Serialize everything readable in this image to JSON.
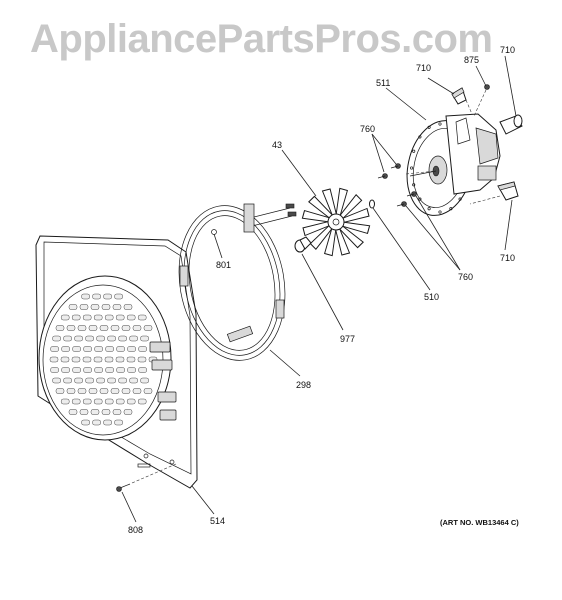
{
  "watermark": "AppliancePartsPros.com",
  "art_number": "(ART NO. WB13464 C)",
  "callouts": {
    "p710_top_right": "710",
    "p710_top": "710",
    "p875": "875",
    "p511": "511",
    "p760_top": "760",
    "p43": "43",
    "p801": "801",
    "p977": "977",
    "p510": "510",
    "p760_bottom": "760",
    "p710_bottom": "710",
    "p298": "298",
    "p808": "808",
    "p514": "514"
  }
}
